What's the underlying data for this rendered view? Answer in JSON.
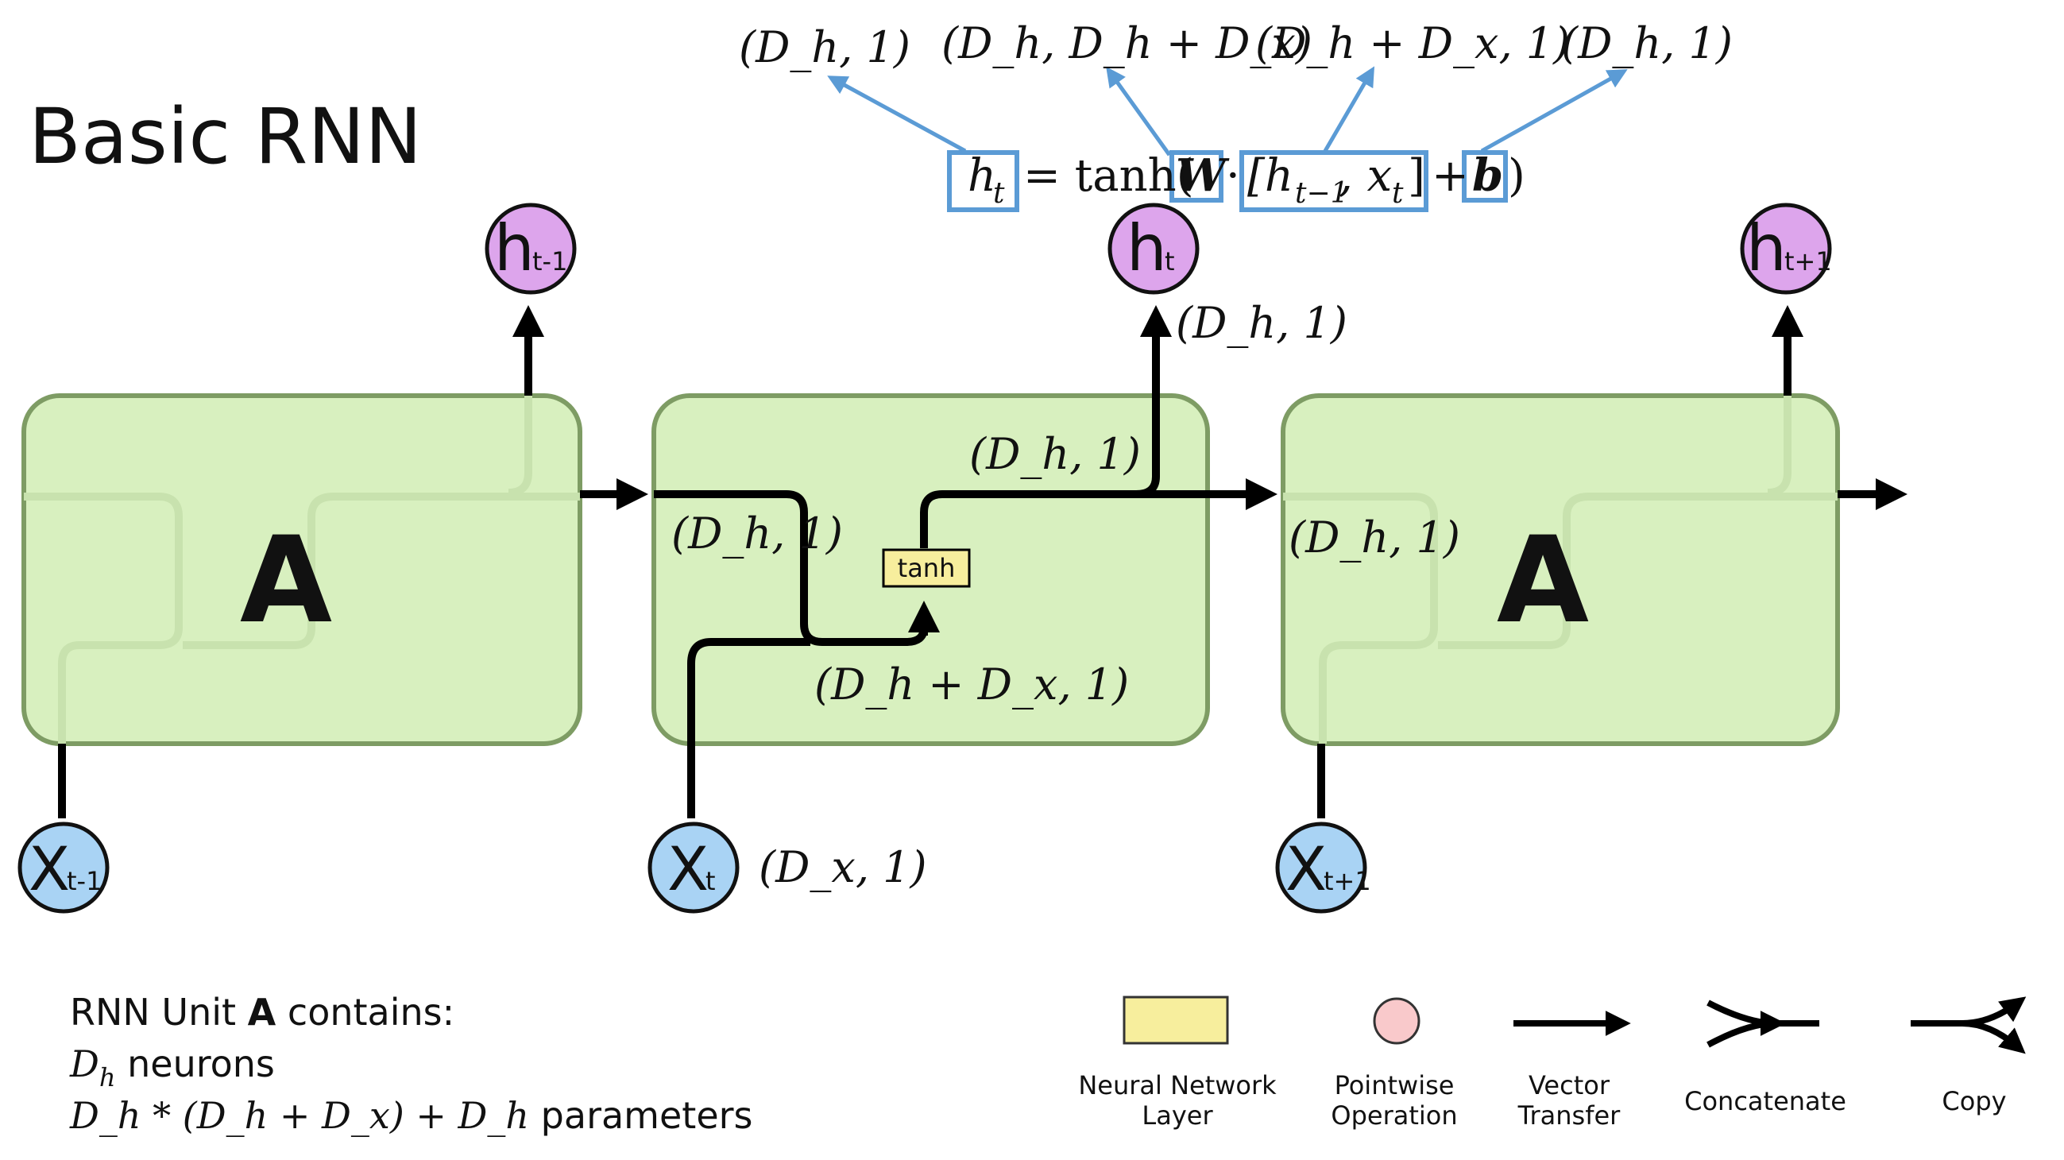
{
  "title": "Basic RNN",
  "colors": {
    "cell_fill": "#d8f0bf",
    "cell_stroke": "#7e9c64",
    "h_node": "#dda5ec",
    "x_node": "#a9d3f4",
    "layer_fill": "#f7ee9d",
    "pointwise_fill": "#f9c9cb",
    "callout_blue": "#5b9bd5"
  },
  "equation": {
    "h": "h",
    "h_sub": "t",
    "eq": "= tanh(",
    "W": "W",
    "dot": "·",
    "concat_open": "[h",
    "concat_sub1": "t−1",
    "concat_mid": ", x",
    "concat_sub2": "t",
    "concat_close": "]",
    "plus": "+",
    "b": "b",
    "close": ")"
  },
  "dims": {
    "h_out": "(D_h, 1)",
    "W": "(D_h, D_h + D_x)",
    "concat": "(D_h + D_x, 1)",
    "b": "(D_h, 1)",
    "ht_arrow": "(D_h, 1)",
    "state_out": "(D_h, 1)",
    "state_in": "(D_h, 1)",
    "concat_in": "(D_h + D_x, 1)",
    "right_state_in": "(D_h, 1)",
    "x_in": "(D_x, 1)"
  },
  "cells": {
    "left_label": "A",
    "right_label": "A",
    "tanh_label": "tanh"
  },
  "nodes": {
    "h_prev": "h",
    "h_prev_sub": "t-1",
    "h_cur": "h",
    "h_cur_sub": "t",
    "h_next": "h",
    "h_next_sub": "t+1",
    "x_prev": "X",
    "x_prev_sub": "t-1",
    "x_cur": "X",
    "x_cur_sub": "t",
    "x_next": "X",
    "x_next_sub": "t+1"
  },
  "notes": {
    "line1_pre": "RNN Unit ",
    "line1_bold": "A",
    "line1_post": " contains:",
    "line2_D": "D",
    "line2_sub": "h",
    "line2_text": " neurons",
    "line3_formula": "D_h * (D_h + D_x) + D_h",
    "line3_text": " parameters"
  },
  "legend": {
    "layer_line1": "Neural Network",
    "layer_line2": "Layer",
    "pointwise_line1": "Pointwise",
    "pointwise_line2": "Operation",
    "vector_line1": "Vector",
    "vector_line2": "Transfer",
    "concatenate": "Concatenate",
    "copy": "Copy"
  }
}
